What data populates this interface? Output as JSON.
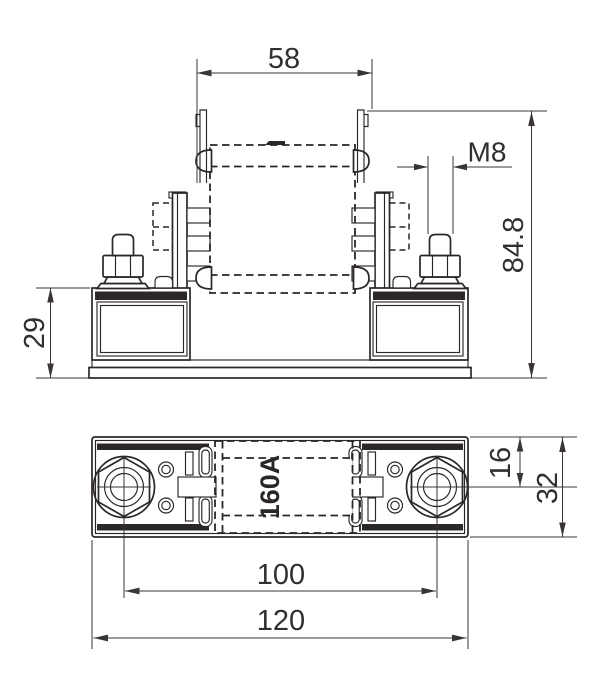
{
  "front_view": {
    "dim_fuse_width": "58",
    "dim_stud_thread": "M8",
    "dim_overall_height": "84.8",
    "dim_base_height": "29"
  },
  "plan_view": {
    "fuse_rating": "160A",
    "dim_edge_to_center": "16",
    "dim_overall_width": "32",
    "dim_terminal_spacing": "100",
    "dim_overall_length": "120"
  },
  "colors": {
    "line": "#2b2627",
    "dimension": "#3a3435",
    "background": "#ffffff"
  }
}
